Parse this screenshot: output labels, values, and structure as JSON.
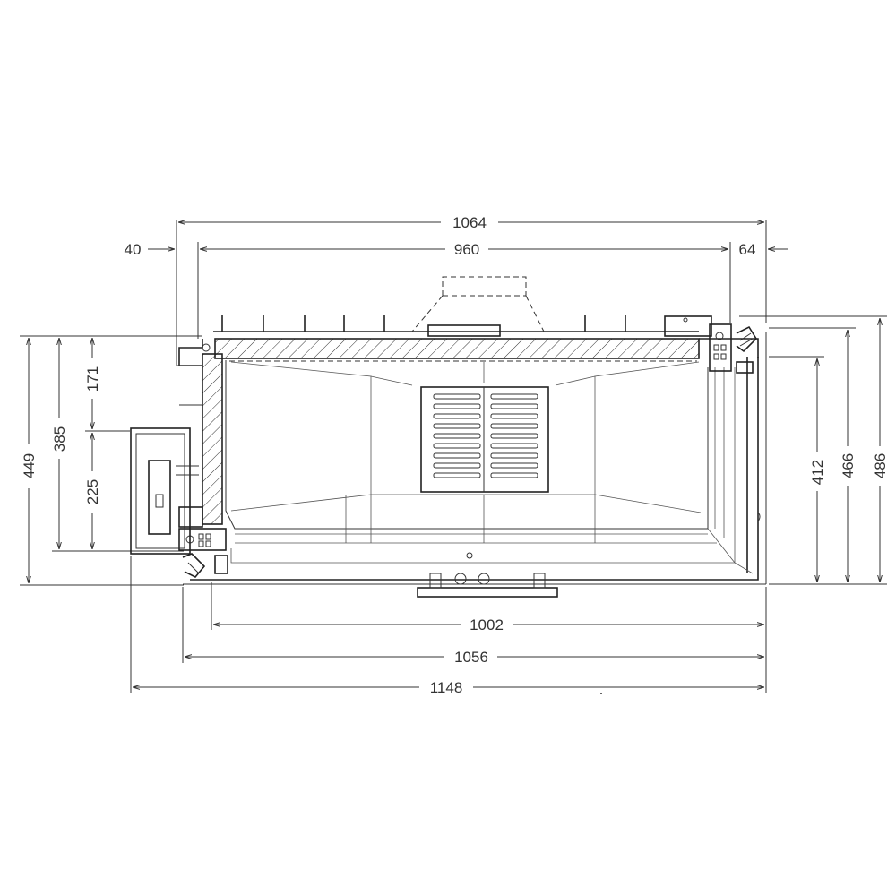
{
  "drawing": {
    "dimensions": {
      "top_overall": "1064",
      "top_inner": "960",
      "top_left_offset": "40",
      "top_right_offset": "64",
      "left_outer_height": "449",
      "left_mid_height": "385",
      "left_lower_height": "225",
      "left_upper_height": "171",
      "right_inner_height": "412",
      "right_mid_height": "466",
      "right_outer_height": "486",
      "bottom_inner": "1002",
      "bottom_mid": "1056",
      "bottom_overall": "1148"
    },
    "colors": {
      "line": "#333333",
      "background": "#ffffff"
    }
  }
}
